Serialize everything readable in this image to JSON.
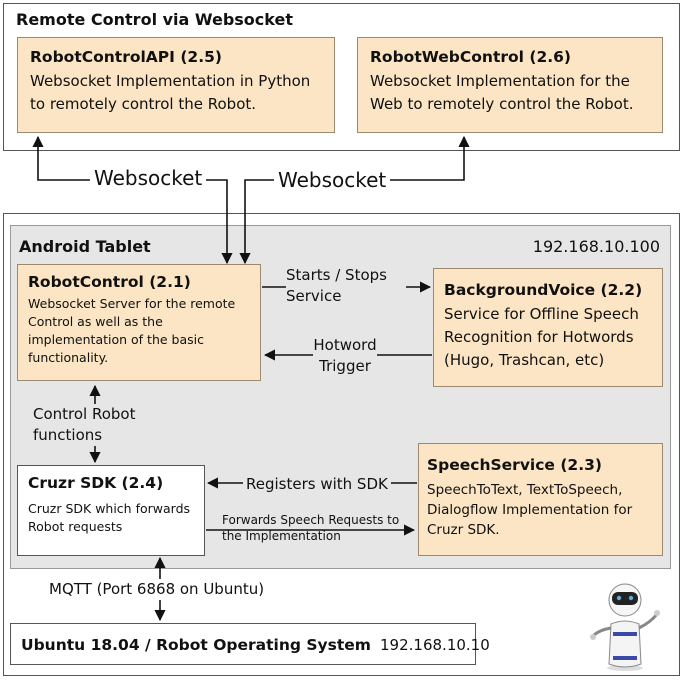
{
  "remote": {
    "title": "Remote Control via Websocket",
    "api": {
      "title": "RobotControlAPI (2.5)",
      "desc": "Websocket Implementation in Python to remotely control the Robot."
    },
    "web": {
      "title": "RobotWebControl (2.6)",
      "desc": "Websocket Implementation for the Web to remotely control the Robot."
    }
  },
  "websocket_label_left": "Websocket",
  "websocket_label_right": "Websocket",
  "tablet": {
    "outer_title": "Android Tablet",
    "ip": "192.168.10.100",
    "robot_control": {
      "title": "RobotControl (2.1)",
      "desc": "Websocket Server for the remote Control as well as the implementation of the basic functionality."
    },
    "background_voice": {
      "title": "BackgroundVoice (2.2)",
      "desc": "Service for Offline Speech Recognition for Hotwords (Hugo, Trashcan, etc)"
    },
    "cruzr_sdk": {
      "title": "Cruzr SDK (2.4)",
      "desc": "Cruzr SDK which forwards Robot requests"
    },
    "speech_service": {
      "title": "SpeechService (2.3)",
      "desc": "SpeechToText, TextToSpeech, Dialogflow Implementation for Cruzr SDK."
    },
    "labels": {
      "starts_stops": "Starts / Stops Service",
      "hotword": "Hotword Trigger",
      "control_robot": "Control Robot functions",
      "registers": "Registers with SDK",
      "forwards": "Forwards Speech Requests to the Implementation"
    }
  },
  "mqtt_label": "MQTT (Port 6868 on Ubuntu)",
  "ubuntu": {
    "title": "Ubuntu 18.04 / Robot Operating System",
    "ip": "192.168.10.10"
  },
  "colors": {
    "box_fill": "#fbe5c4",
    "tablet_fill": "#e6e6e6",
    "line": "#111111"
  },
  "icons": [
    "robot-illustration"
  ]
}
